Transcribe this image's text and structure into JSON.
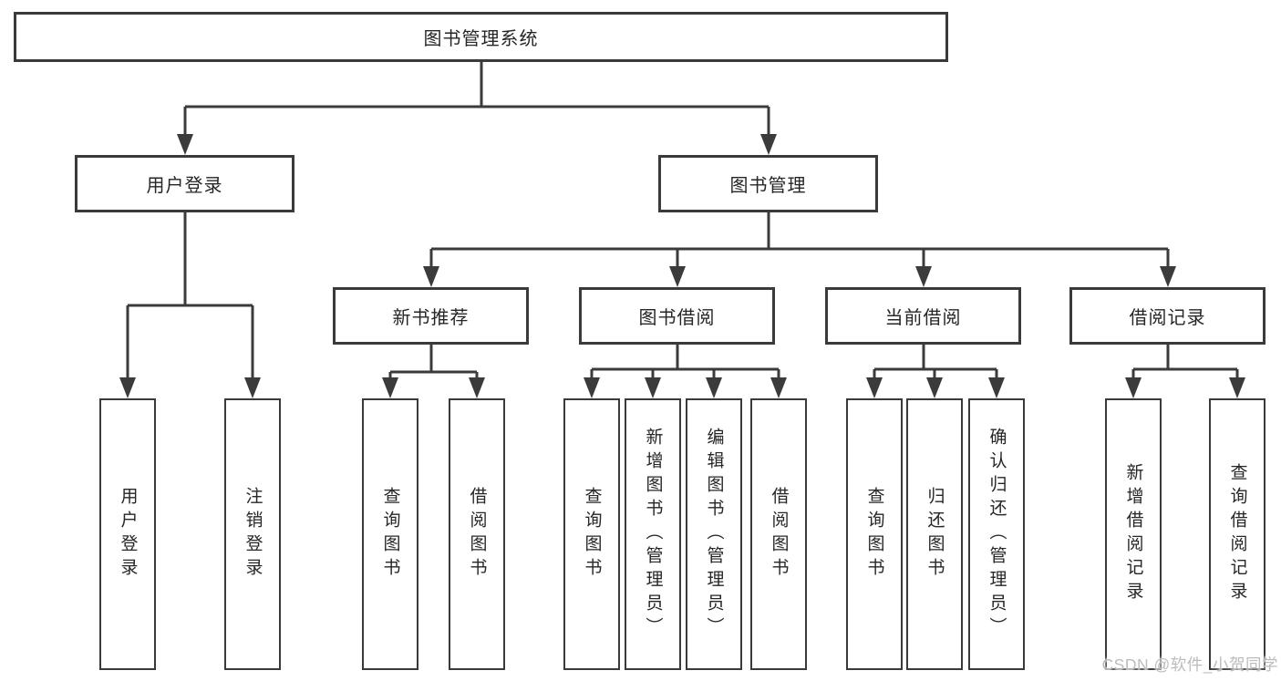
{
  "diagram": {
    "tree": {
      "label": "图书管理系统",
      "children": [
        {
          "label": "用户登录",
          "children": [
            {
              "label": "用户登录"
            },
            {
              "label": "注销登录"
            }
          ]
        },
        {
          "label": "图书管理",
          "children": [
            {
              "label": "新书推荐",
              "children": [
                {
                  "label": "查询图书"
                },
                {
                  "label": "借阅图书"
                }
              ]
            },
            {
              "label": "图书借阅",
              "children": [
                {
                  "label": "查询图书"
                },
                {
                  "label": "新增图书（管理员）"
                },
                {
                  "label": "编辑图书（管理员）"
                },
                {
                  "label": "借阅图书"
                }
              ]
            },
            {
              "label": "当前借阅",
              "children": [
                {
                  "label": "查询图书"
                },
                {
                  "label": "归还图书"
                },
                {
                  "label": "确认归还（管理员）"
                }
              ]
            },
            {
              "label": "借阅记录",
              "children": [
                {
                  "label": "新增借阅记录"
                },
                {
                  "label": "查询借阅记录"
                }
              ]
            }
          ]
        }
      ]
    },
    "colors": {
      "line": "#3b3b3b",
      "box_border": "#3a3a3a",
      "text": "#262626",
      "watermark": "#bcbcbc"
    }
  },
  "watermark": {
    "text": "CSDN @软件_小贺同学"
  }
}
